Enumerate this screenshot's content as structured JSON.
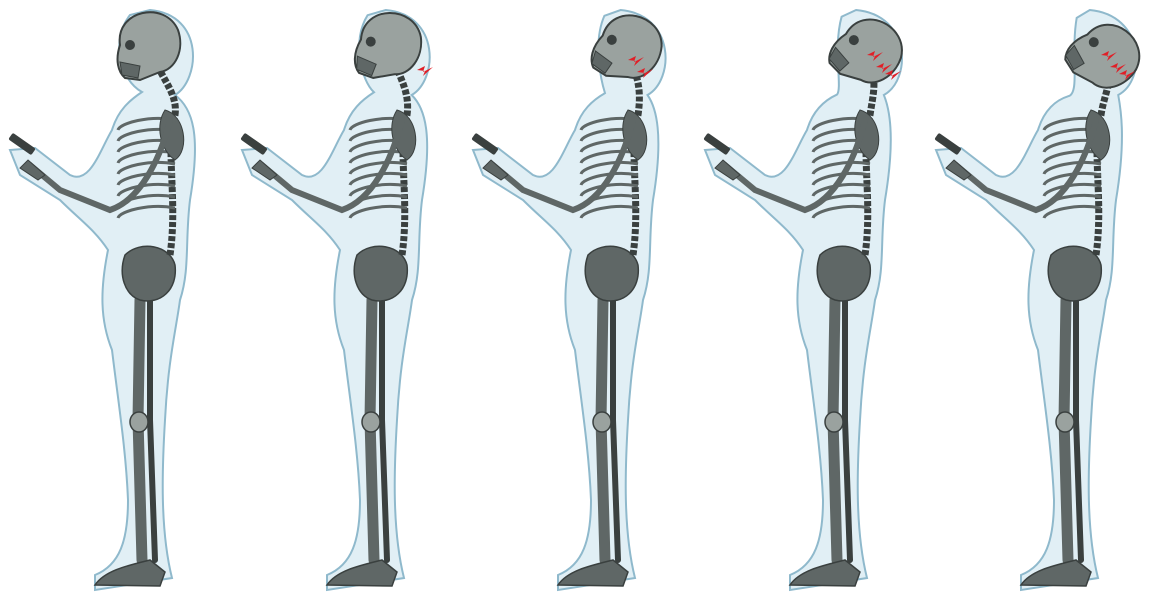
{
  "colors": {
    "background": "#ffffff",
    "body_fill": "#dcecf3",
    "body_outline": "#8fb9cc",
    "bone_fill": "#5f6766",
    "bone_dark": "#3a403f",
    "bone_light": "#9aa29f",
    "pain": "#e01f27"
  },
  "figures": [
    {
      "id": "posture-1",
      "head_tilt_deg": 0,
      "pain_level": 0
    },
    {
      "id": "posture-2",
      "head_tilt_deg": 12,
      "pain_level": 1
    },
    {
      "id": "posture-3",
      "head_tilt_deg": 25,
      "pain_level": 2
    },
    {
      "id": "posture-4",
      "head_tilt_deg": 38,
      "pain_level": 3
    },
    {
      "id": "posture-5",
      "head_tilt_deg": 50,
      "pain_level": 3
    }
  ],
  "icons": [
    "skeleton-figure",
    "smartphone-icon",
    "pain-lightning-icon"
  ]
}
